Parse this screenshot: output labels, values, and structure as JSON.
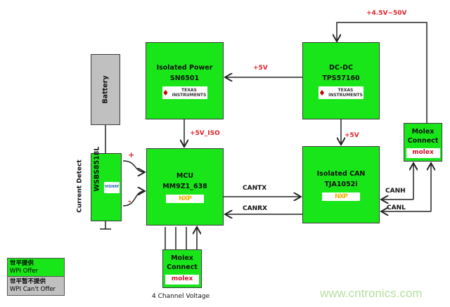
{
  "blocks": {
    "isolated_power": {
      "title": "Isolated Power",
      "part": "SN6501",
      "logo": "TEXAS INSTRUMENTS"
    },
    "dcdc": {
      "title": "DC-DC",
      "part": "TPS57160",
      "logo": "TEXAS INSTRUMENTS"
    },
    "mcu": {
      "title": "MCU",
      "part": "MM9Z1_638",
      "logo": "NXP"
    },
    "can": {
      "title": "Isolated CAN",
      "part": "TJA1052i",
      "logo": "NXP"
    },
    "battery": {
      "title": "Battery"
    },
    "shunt": {
      "part": "WSBS8518L",
      "side_label": "Current Detect",
      "logo": "VISHAY"
    },
    "molex_right": {
      "title": "Molex",
      "subtitle": "Connect",
      "logo": "molex"
    },
    "molex_bottom": {
      "title": "Molex",
      "subtitle": "Connect",
      "logo": "molex"
    }
  },
  "signals": {
    "supply_in": "+4.5V~50V",
    "v5_a": "+5V",
    "v5_iso": "+5V_ISO",
    "v5_b": "+5V",
    "cantx": "CANTX",
    "canrx": "CANRX",
    "canh": "CANH",
    "canl": "CANL",
    "plus": "+",
    "minus": "-",
    "channel_voltage": "4 Channel Voltage"
  },
  "legend": {
    "offer_cn": "世平提供",
    "offer_en": "WPI Offer",
    "nooffer_cn": "世平暂不提供",
    "nooffer_en": "WPI Can't Offer"
  },
  "watermark": "www.cntronics.com",
  "colors": {
    "offered": "#19e619",
    "not_offered": "#c0c0c0",
    "signal_label": "#e0202a"
  }
}
